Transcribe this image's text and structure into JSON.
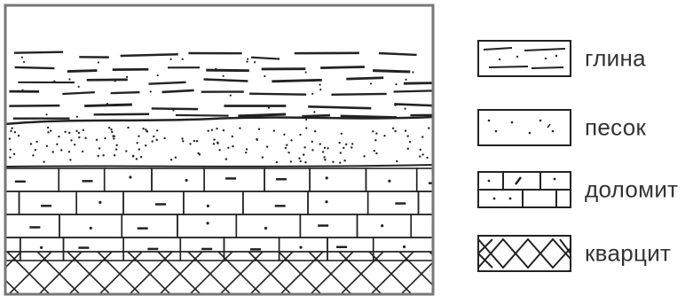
{
  "legend": {
    "items": [
      {
        "key": "clay",
        "label": "глина"
      },
      {
        "key": "sand",
        "label": "песок"
      },
      {
        "key": "dolomite",
        "label": "доломит"
      },
      {
        "key": "quartzite",
        "label": "кварцит"
      }
    ]
  },
  "colors": {
    "line": "#222222",
    "frame": "#777777",
    "fill": "#ffffff",
    "text": "#333333"
  }
}
